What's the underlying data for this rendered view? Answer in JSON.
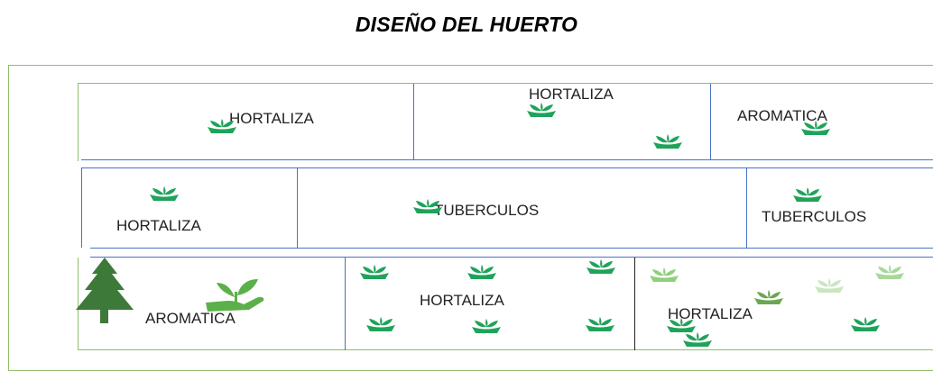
{
  "title": "DISEÑO DEL HUERTO",
  "beds": [
    {
      "label": "HORTALIZA"
    },
    {
      "label": "HORTALIZA"
    },
    {
      "label": "AROMATICA"
    },
    {
      "label": "HORTALIZA"
    },
    {
      "label": "TUBERCULOS"
    },
    {
      "label": "TUBERCULOS"
    },
    {
      "label": "AROMATICA"
    },
    {
      "label": "HORTALIZA"
    },
    {
      "label": "HORTALIZA"
    }
  ],
  "colors": {
    "plant": "#1fa35a",
    "plant_light": "#8fd07a",
    "plant_pale": "#c8e6c0",
    "plant_olive": "#6aa84f",
    "tree": "#3d7a3a",
    "hand": "#5cb04a",
    "bed_line": "#4a72c4",
    "outer_border": "#8fbf6a"
  },
  "icons": [
    "seedling-icon",
    "tree-icon",
    "hand-plant-icon"
  ]
}
